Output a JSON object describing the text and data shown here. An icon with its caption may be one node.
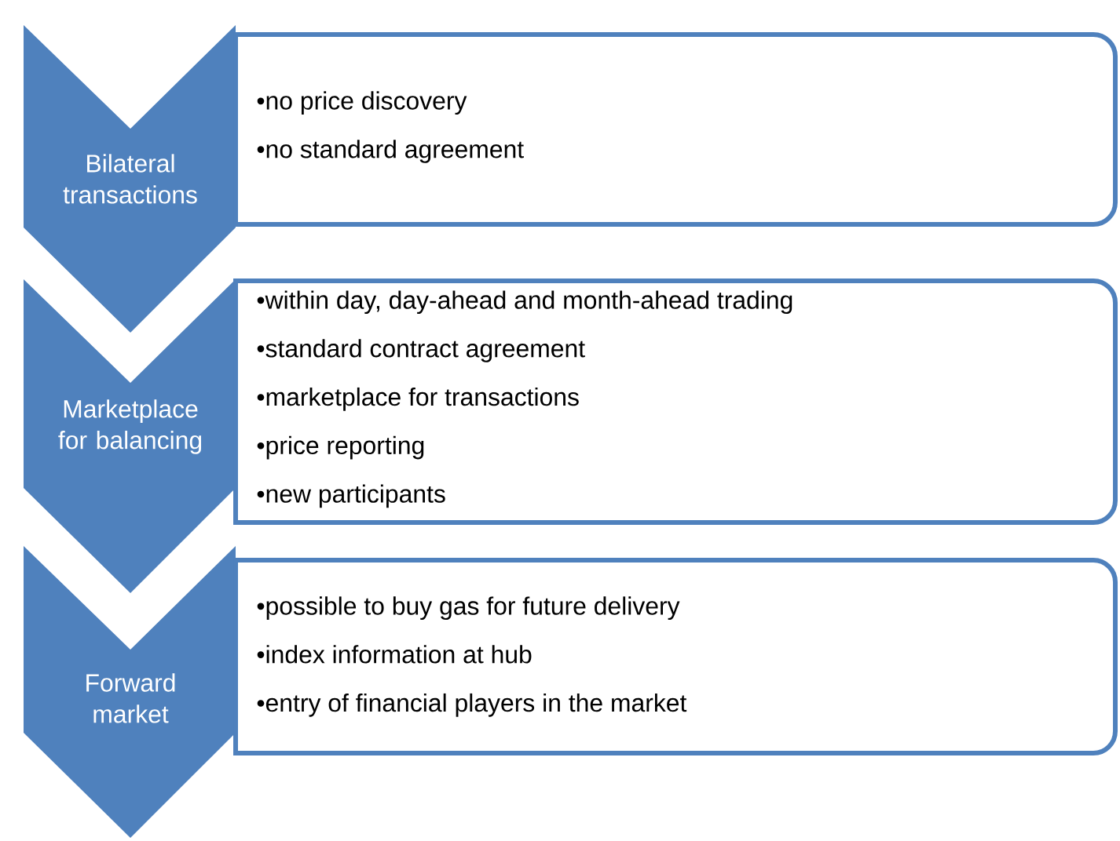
{
  "diagram": {
    "nodes": [
      {
        "text": [
          "Bilateral transactions"
        ]
      },
      {
        "text": [
          "•no price discovery",
          "•no standard agreement"
        ]
      },
      {
        "text": [
          "Marketplace for balancing"
        ]
      },
      {
        "text": [
          "•within day, day-ahead and month-ahead trading",
          "•standard contract agreement",
          "•marketplace for transactions",
          "•price reporting",
          "•new participants"
        ]
      },
      {
        "text": [
          "Forward market"
        ]
      },
      {
        "text": [
          "•possible to buy gas for future delivery",
          "•index information at hub",
          "•entry of financial players in the market"
        ]
      }
    ]
  }
}
